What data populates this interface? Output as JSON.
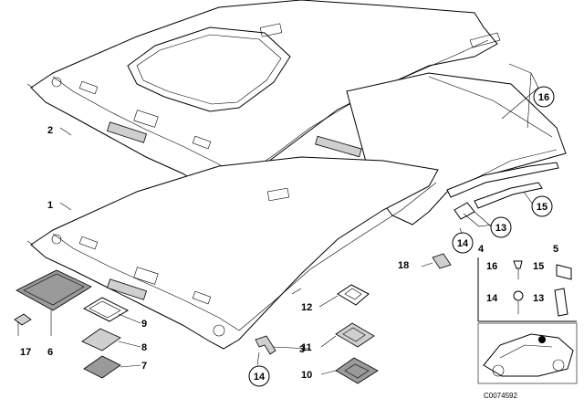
{
  "labels": {
    "p1": "1",
    "p2": "2",
    "p3": "3",
    "p4": "4",
    "p5": "5",
    "p6": "6",
    "p7": "7",
    "p8": "8",
    "p9": "9",
    "p10": "10",
    "p11": "11",
    "p12": "12",
    "p13_callout": "13",
    "p13_legend": "13",
    "p14_callout_a": "14",
    "p14_callout_b": "14",
    "p14_legend": "14",
    "p15_callout": "15",
    "p15_legend": "15",
    "p16_callout": "16",
    "p16_legend": "16",
    "p17": "17",
    "p18": "18"
  },
  "diagram_code": "C0074592"
}
